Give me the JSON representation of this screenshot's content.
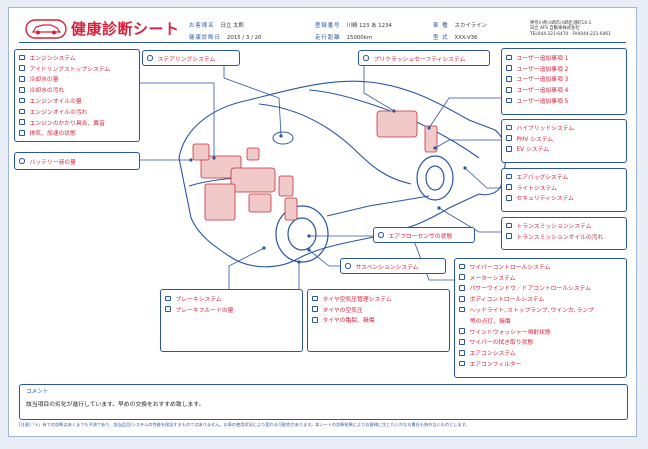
{
  "header": {
    "title": "健康診断シート",
    "owner_label": "お客様名",
    "owner_value": "日立 太郎",
    "date_label": "健康診断日",
    "date_value": "2015 / 3 / 20",
    "plate_label": "登録番号",
    "plate_value": "川崎 123 あ 1234",
    "mileage_label": "走行距離",
    "mileage_value": "15000km",
    "model_label": "車 種",
    "model_value": "スカイライン",
    "type_label": "型 式",
    "type_value": "XXX-V36",
    "company_lines": [
      "神奈川県川崎市川崎区港町14-1",
      "日立 AFS 自動車株式会社",
      "TEL044-221-6470　FAX044-221-6461"
    ]
  },
  "engine": {
    "items": [
      "エンジンシステム",
      "アイドリングストップシステム",
      "冷却水の量",
      "冷却水の汚れ",
      "エンジンオイルの量",
      "エンジンオイルの汚れ",
      "エンジンのかかり具合、異音",
      "排気、加速の状態"
    ]
  },
  "battery": {
    "label": "バッテリー液の量"
  },
  "steering": {
    "label": "ステアリングシステム"
  },
  "precrash": {
    "label": "プリクラッシュセーフティシステム"
  },
  "user_items": {
    "items": [
      "ユーザー追加事項 1",
      "ユーザー追加事項 2",
      "ユーザー追加事項 3",
      "ユーザー追加事項 4",
      "ユーザー追加事項 5"
    ]
  },
  "hybrid": {
    "items": [
      "ハイブリッドシステム",
      "PHV システム",
      "EV システム"
    ]
  },
  "safety": {
    "items": [
      "エアバッグシステム",
      "ライトシステム",
      "セキュリティシステム"
    ]
  },
  "transmission": {
    "items": [
      "トランスミッションシステム",
      "トランスミッションオイルの汚れ"
    ]
  },
  "airflow": {
    "label": "エアフローセンサの状態"
  },
  "suspension": {
    "label": "サスペンションシステム"
  },
  "body": {
    "items": [
      "ワイパーコントロールシステム",
      "メーターシステム",
      "パワーウインドウ／ドアコントロールシステム",
      "ボディコントロールシステム",
      "ヘッドライト､ストップランプ､ウインカ､ランプ",
      "等の点灯、損傷",
      "ワインドウォッシャー噴射状態",
      "ワイパーの拭き取り状態",
      "エアコンシステム",
      "エアコンフィルター"
    ]
  },
  "brake": {
    "items": [
      "ブレーキシステム",
      "ブレーキフルードの量"
    ]
  },
  "tire": {
    "items": [
      "タイヤ空気圧管理システム",
      "タイヤの空気圧",
      "タイヤの亀裂、損傷"
    ]
  },
  "comment": {
    "heading": "コメント",
    "text": "該当項目の劣化が進行しています。早めの交換をおすすめ致します。"
  },
  "footnote": "[注意]「×」有での診断はあくまでも予測であり、該当品目/システムの性能を保証するものではありません。お車の使用状況により変わる可能性があります。本シートの診断結果によりお客様に生じたいかなる責任も負わないものとします。",
  "colors": {
    "accent_red": "#d8213a",
    "line_blue": "#2a55a5"
  }
}
